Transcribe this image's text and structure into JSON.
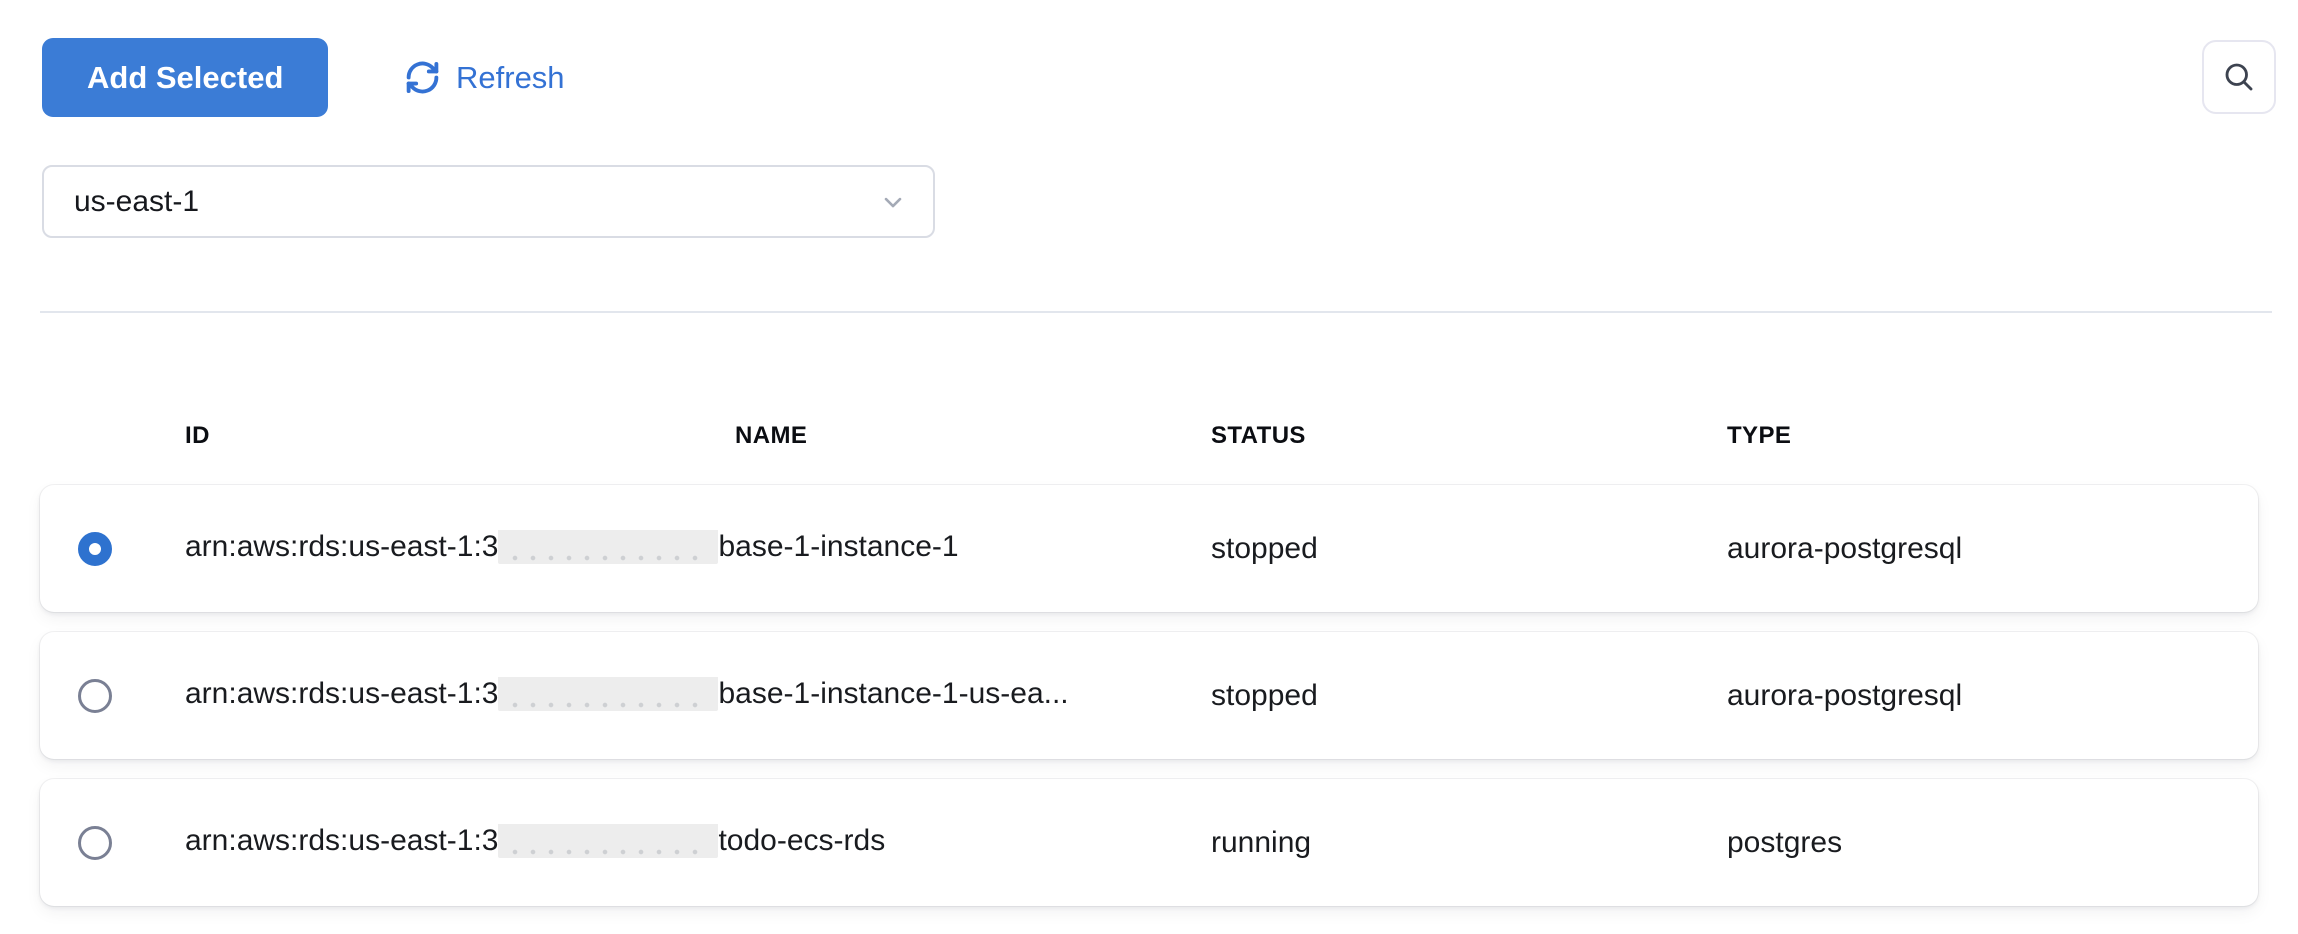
{
  "toolbar": {
    "add_selected": "Add Selected",
    "refresh": "Refresh"
  },
  "region_dropdown": {
    "value": "us-east-1"
  },
  "table": {
    "headers": {
      "id": "ID",
      "name": "NAME",
      "status": "STATUS",
      "type": "TYPE"
    },
    "rows": [
      {
        "selected": true,
        "id_prefix": "arn:aws:rds:us-east-1:3",
        "id_redacted": true,
        "id_suffix": "base-1-instance-1",
        "status": "stopped",
        "type": "aurora-postgresql"
      },
      {
        "selected": false,
        "id_prefix": "arn:aws:rds:us-east-1:3",
        "id_redacted": true,
        "id_suffix": "base-1-instance-1-us-ea...",
        "status": "stopped",
        "type": "aurora-postgresql"
      },
      {
        "selected": false,
        "id_prefix": "arn:aws:rds:us-east-1:3",
        "id_redacted": true,
        "id_suffix": "todo-ecs-rds",
        "status": "running",
        "type": "postgres"
      }
    ]
  },
  "colors": {
    "button_blue": "#3b7cd6",
    "link_blue": "#3472d4",
    "radio_selected_blue": "#2e72cf",
    "divider_gray": "#e2e6ed",
    "redaction_gray": "#ededed"
  }
}
